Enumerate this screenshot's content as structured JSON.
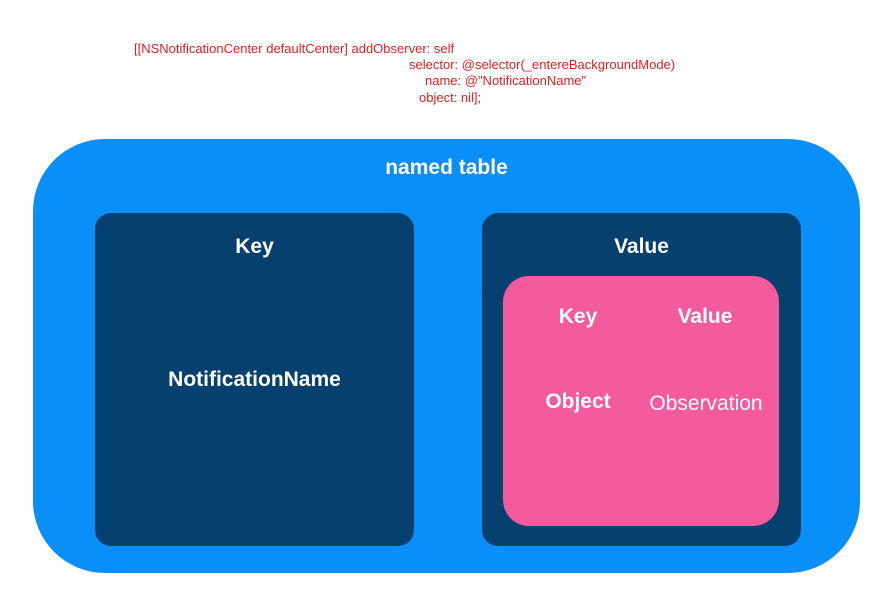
{
  "code": {
    "line1": "[[NSNotificationCenter defaultCenter] addObserver: self",
    "line2": "selector: @selector(_entereBackgroundMode)",
    "line3": "name: @\"NotificationName\"",
    "line4": "object: nil];"
  },
  "diagram": {
    "table_title": "named  table",
    "key_panel": {
      "header": "Key",
      "content": "NotificationName"
    },
    "value_panel": {
      "header": "Value",
      "inner_table": {
        "key_header": "Key",
        "value_header": "Value",
        "key_content": "Object",
        "value_content": "Observation"
      }
    }
  },
  "colors": {
    "code_text": "#e02020",
    "outer_table": "#0a8ef7",
    "panel": "#05406f",
    "inner_table": "#f45a9e",
    "text": "#ffffff"
  }
}
